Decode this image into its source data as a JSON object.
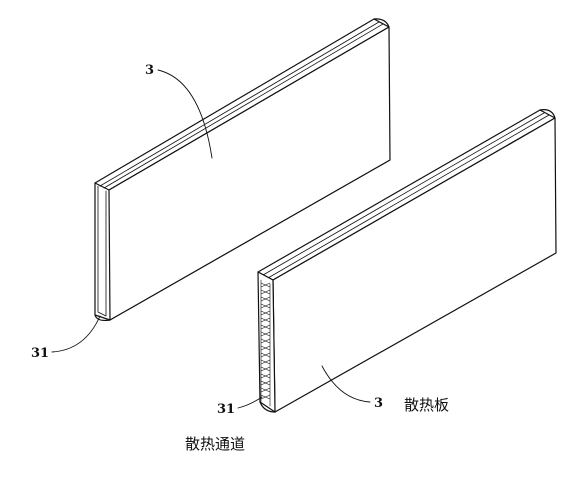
{
  "labels": {
    "top_plate_ref": "3",
    "top_channel_ref": "31",
    "bottom_plate_ref": "3",
    "bottom_channel_ref": "31",
    "plate_name": "散热板",
    "channel_name": "散热通道"
  },
  "colors": {
    "ink": "#111111",
    "background": "#ffffff"
  }
}
